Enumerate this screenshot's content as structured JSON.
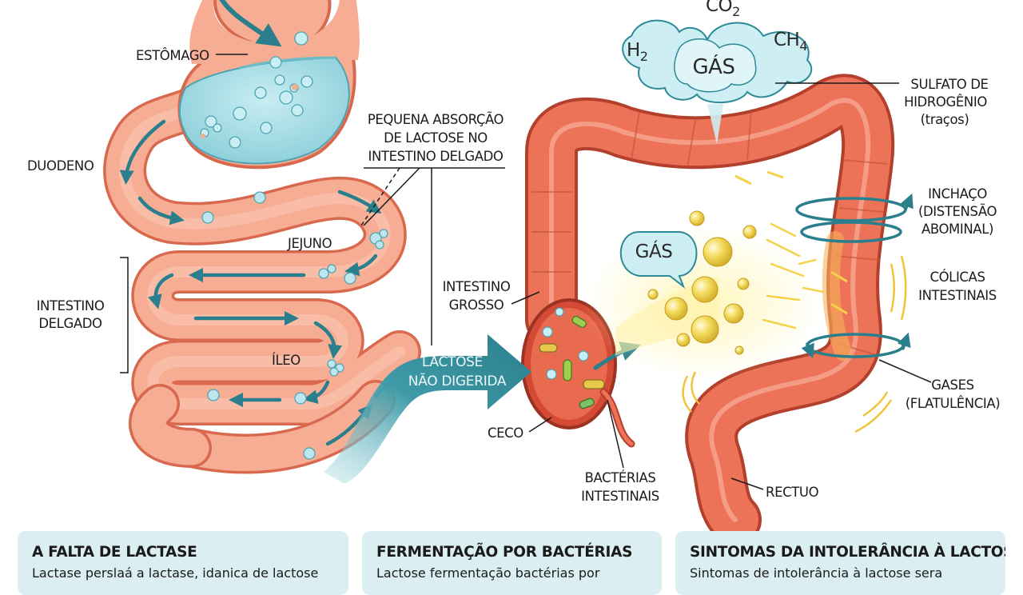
{
  "labels": {
    "estomago": "ESTÔMAGO",
    "duodeno": "DUODENO",
    "jejuno": "JEJUNO",
    "intestino_delgado": [
      "INTESTINO",
      "DELGADO"
    ],
    "ileo": "ÍLEO",
    "absorcao": [
      "PEQUENA ABSORÇÃO",
      "DE LACTOSE NO",
      "INTESTINO DELGADO"
    ],
    "lactose_arrow": [
      "LACTOSE",
      "NÃO DIGERIDA"
    ],
    "intestino_grosso": [
      "INTESTINO",
      "GROSSO"
    ],
    "ceco": "CECO",
    "bacterias": [
      "BACTÉRIAS",
      "INTESTINAIS"
    ],
    "rectuo": "RECTUO",
    "sulfato": [
      "SULFATO DE",
      "HIDROGÊNIO",
      "(traços)"
    ],
    "inchaco": [
      "INCHAÇO",
      "(DISTENSÃO",
      "ABOMINAL)"
    ],
    "colicas": [
      "CÓLICAS",
      "INTESTINAIS"
    ],
    "gases": [
      "GASES",
      "(FLATULÊNCIA)"
    ],
    "gas_cloud": "GÁS",
    "gas_bubble": "GÁS",
    "h2": "H",
    "h2_sub": "2",
    "ch4": "CH",
    "ch4_sub": "4",
    "co2": "CO",
    "co2_sub": "2"
  },
  "panels": [
    {
      "title": "A FALTA DE LACTASE",
      "text": "Lactase perslaá a lactase, idanica de lactose"
    },
    {
      "title": "FERMENTAÇÃO POR BACTÉRIAS",
      "text": "Lactose fermentação bactérias por"
    },
    {
      "title": "SINTOMAS DA INTOLERÂNCIA À LACTOSE",
      "text": "Sintomas de intolerância à lactose sera"
    }
  ],
  "colors": {
    "intestine": "#f4a88f",
    "intestine_outline": "#d8694e",
    "colon": "#ec7358",
    "colon_outline": "#b2402c",
    "stomach_fluid": "#a9dde5",
    "arrow": "#2b7f8c",
    "cloud": "#cdeef3",
    "panel_bg": "#dbeff3",
    "gas_bubble": "#f1d34c"
  }
}
